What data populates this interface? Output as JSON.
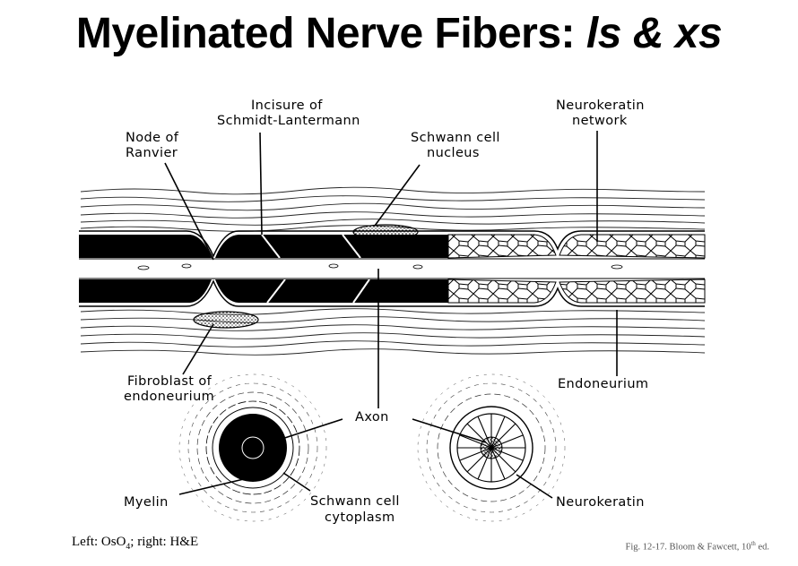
{
  "title": {
    "main": "Myelinated Nerve Fibers: ",
    "italic": "ls & xs"
  },
  "labels": {
    "incisure_1": "Incisure of",
    "incisure_2": "Schmidt-Lantermann",
    "neurokeratin_net_1": "Neurokeratin",
    "neurokeratin_net_2": "network",
    "node_1": "Node of",
    "node_2": "Ranvier",
    "schwann_nucleus_1": "Schwann cell",
    "schwann_nucleus_2": "nucleus",
    "fibroblast_1": "Fibroblast of",
    "fibroblast_2": "endoneurium",
    "endoneurium": "Endoneurium",
    "axon": "Axon",
    "myelin": "Myelin",
    "schwann_cyto_1": "Schwann cell",
    "schwann_cyto_2": "cytoplasm",
    "neurokeratin": "Neurokeratin"
  },
  "caption": {
    "left_a": "Left:  OsO",
    "left_sub": "4",
    "left_b": "; right:  H&E",
    "right_a": "Fig. 12-17.  Bloom & Fawcett, 10",
    "right_sup": "th",
    "right_b": " ed."
  }
}
